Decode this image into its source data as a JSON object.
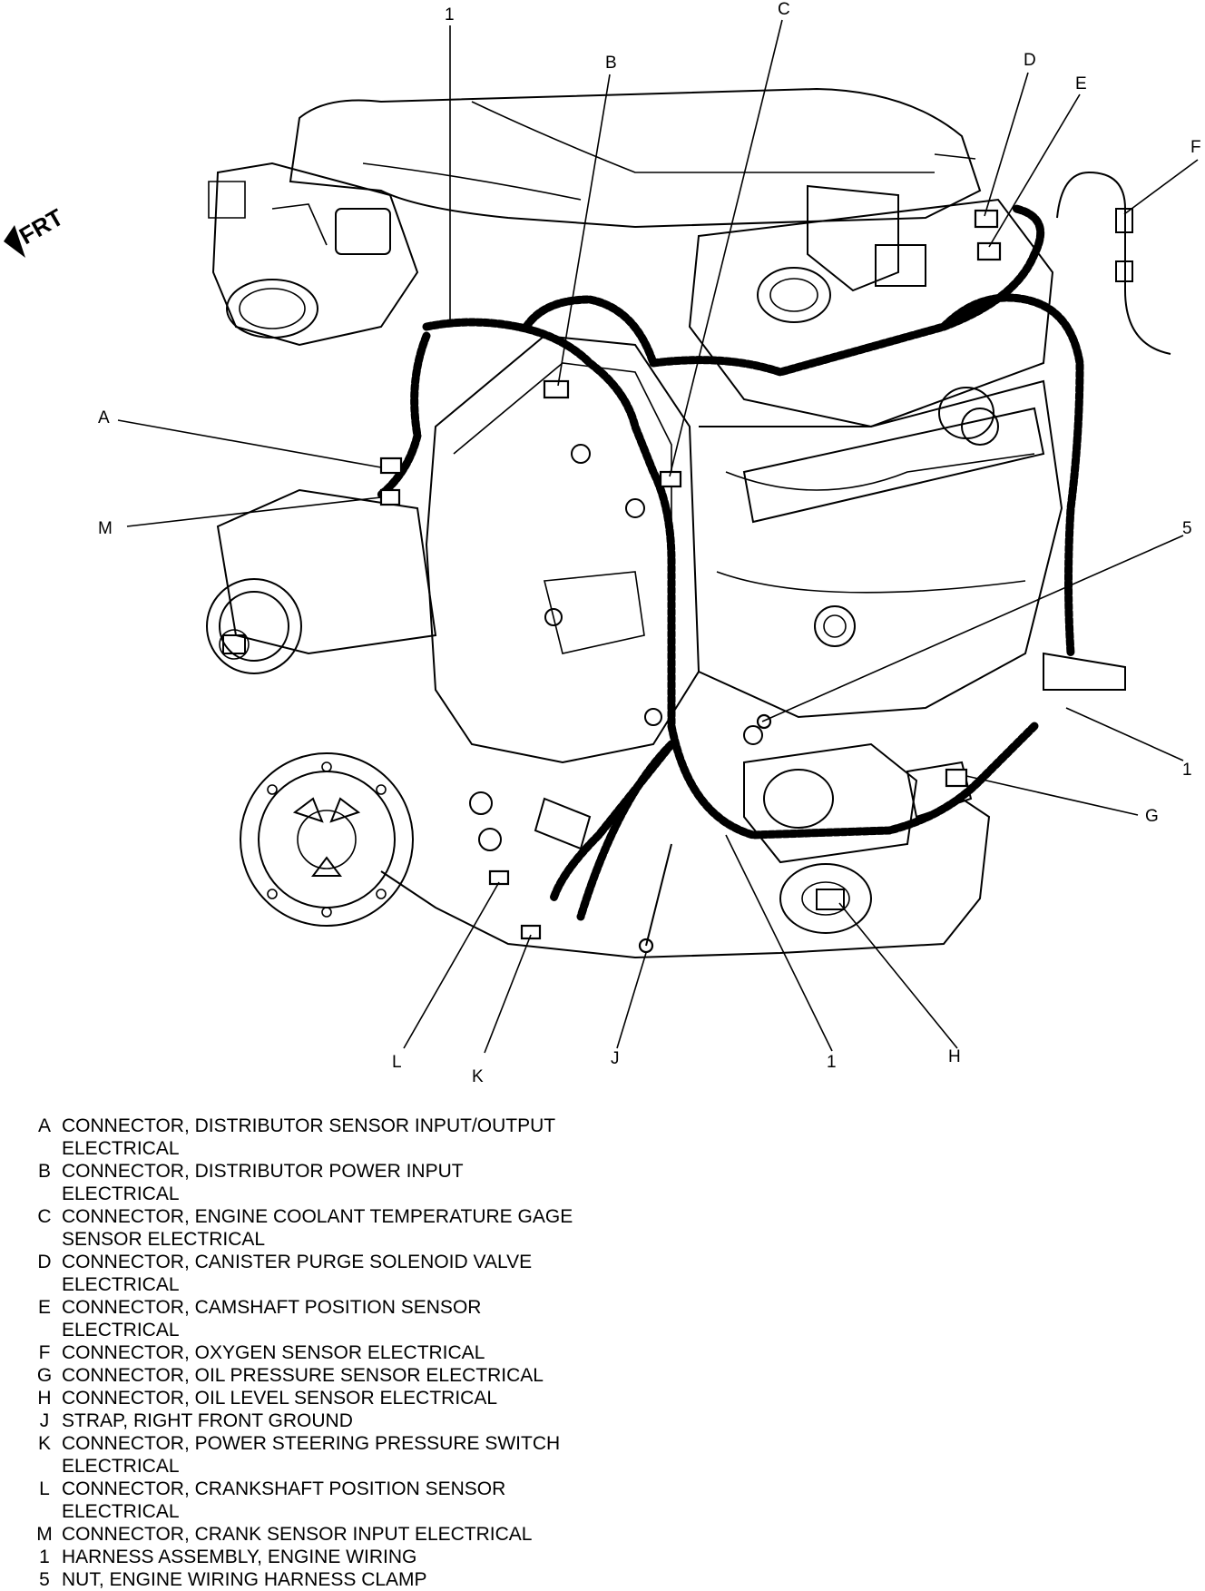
{
  "diagram": {
    "direction_label": "FRT",
    "callouts": {
      "A": "A",
      "B": "B",
      "C": "C",
      "D": "D",
      "E": "E",
      "F": "F",
      "G": "G",
      "H": "H",
      "J": "J",
      "K": "K",
      "L": "L",
      "M": "M",
      "one_top": "1",
      "one_right": "1",
      "one_bottom": "1",
      "five": "5"
    }
  },
  "legend": [
    {
      "key": "A",
      "text": "CONNECTOR, DISTRIBUTOR SENSOR INPUT/OUTPUT\nELECTRICAL"
    },
    {
      "key": "B",
      "text": "CONNECTOR, DISTRIBUTOR POWER INPUT\nELECTRICAL"
    },
    {
      "key": "C",
      "text": "CONNECTOR, ENGINE COOLANT TEMPERATURE GAGE\nSENSOR ELECTRICAL"
    },
    {
      "key": "D",
      "text": "CONNECTOR, CANISTER PURGE SOLENOID VALVE\nELECTRICAL"
    },
    {
      "key": "E",
      "text": "CONNECTOR, CAMSHAFT POSITION SENSOR\nELECTRICAL"
    },
    {
      "key": "F",
      "text": "CONNECTOR, OXYGEN SENSOR ELECTRICAL"
    },
    {
      "key": "G",
      "text": "CONNECTOR, OIL PRESSURE SENSOR ELECTRICAL"
    },
    {
      "key": "H",
      "text": "CONNECTOR, OIL LEVEL SENSOR ELECTRICAL"
    },
    {
      "key": "J",
      "text": "STRAP, RIGHT FRONT GROUND"
    },
    {
      "key": "K",
      "text": "CONNECTOR, POWER STEERING PRESSURE SWITCH\nELECTRICAL"
    },
    {
      "key": "L",
      "text": "CONNECTOR, CRANKSHAFT POSITION SENSOR\nELECTRICAL"
    },
    {
      "key": "M",
      "text": "CONNECTOR, CRANK SENSOR INPUT ELECTRICAL"
    },
    {
      "key": "1",
      "text": "HARNESS ASSEMBLY, ENGINE WIRING"
    },
    {
      "key": "5",
      "text": "NUT, ENGINE WIRING HARNESS CLAMP"
    }
  ]
}
